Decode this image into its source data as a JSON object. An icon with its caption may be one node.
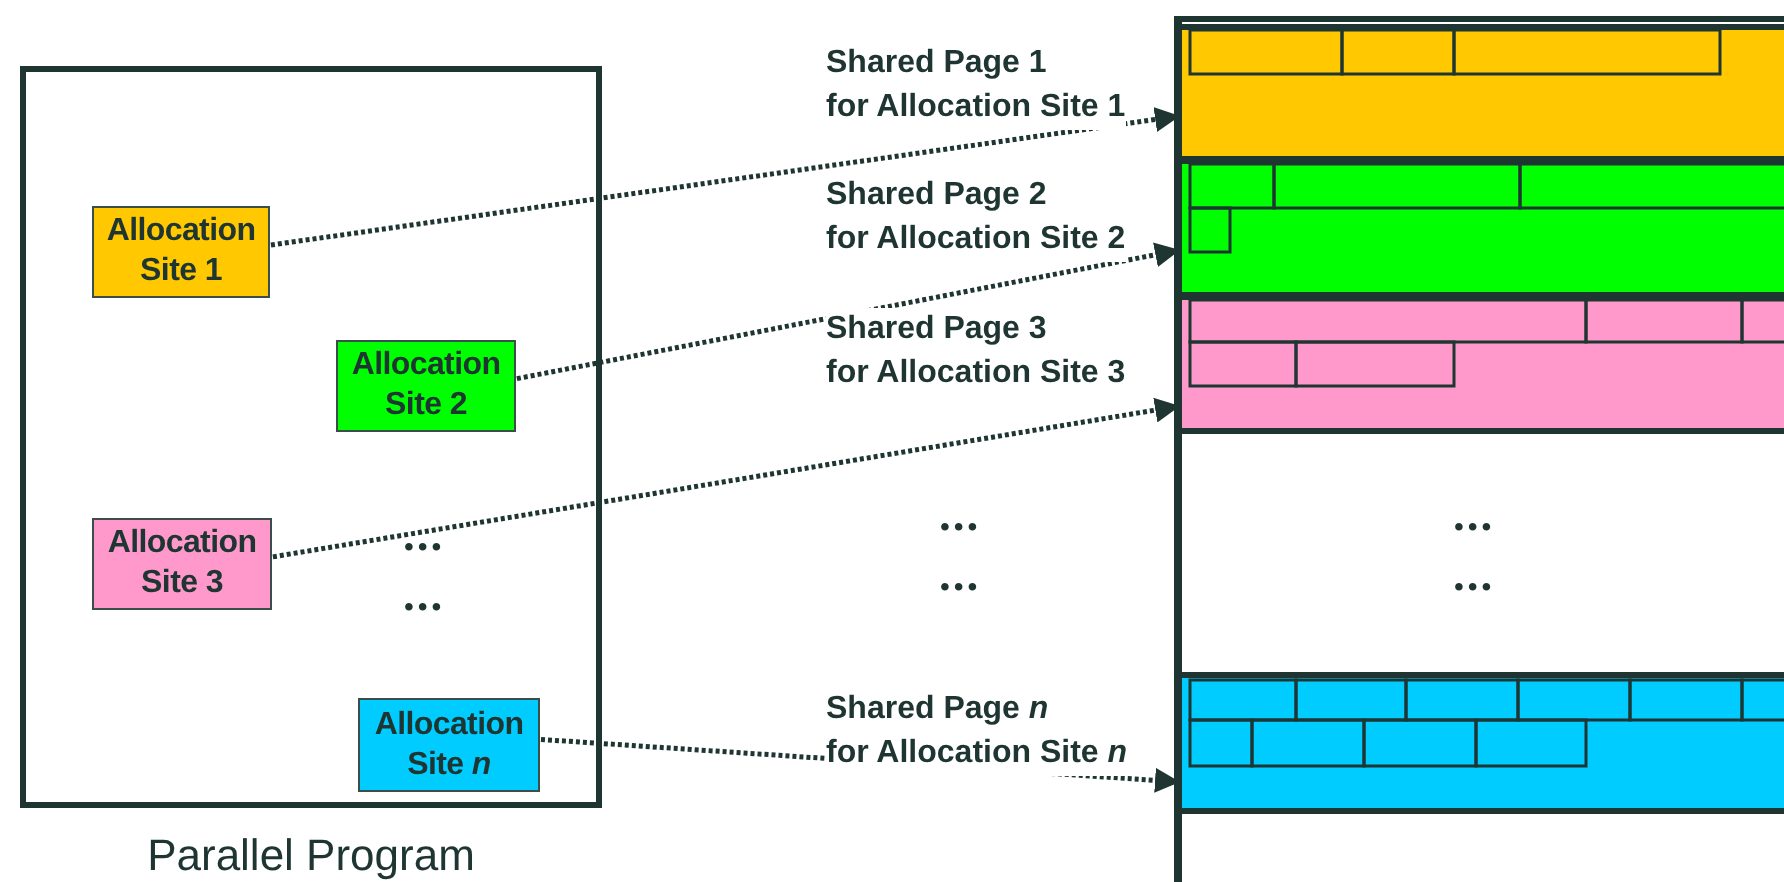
{
  "diagram": {
    "nodes": [
      {
        "text": [
          "Parallel Program"
        ]
      },
      {
        "text": [
          "Allocation Site 1"
        ],
        "in": 0
      },
      {
        "text": [
          "Allocation Site 2"
        ],
        "in": 0
      },
      {
        "text": [
          "Allocation Site 3"
        ],
        "in": 0
      },
      {
        "text": [
          "Allocation Site *n*"
        ],
        "in": 0
      },
      {
        "text": [],
        "shape": "box"
      },
      {
        "text": [],
        "shape": "bar",
        "in": 5,
        "beside": [
          "Shared Page 1 for Allocation Site 1"
        ]
      },
      {
        "text": [],
        "shape": "bar",
        "in": 5,
        "beside": [
          "Shared Page 2 for Allocation Site 2"
        ]
      },
      {
        "text": [],
        "shape": "bar",
        "in": 5,
        "beside": [
          "Shared Page 3 for Allocation Site 3"
        ]
      },
      {
        "text": [],
        "shape": "bar",
        "in": 5,
        "beside": [
          "Shared Page *n* for Allocation Site *n*"
        ]
      }
    ],
    "edges": [
      {
        "from": 1,
        "to": 6,
        "arrow": "to",
        "style": "dashed"
      },
      {
        "from": 2,
        "to": 7,
        "arrow": "to",
        "style": "dashed"
      },
      {
        "from": 3,
        "to": 8,
        "arrow": "to",
        "style": "dashed"
      },
      {
        "from": 4,
        "to": 9,
        "arrow": "to",
        "style": "dashed"
      }
    ],
    "labels": [
      "•••",
      "•••",
      "•••",
      "•••",
      "•••",
      "•••"
    ]
  }
}
